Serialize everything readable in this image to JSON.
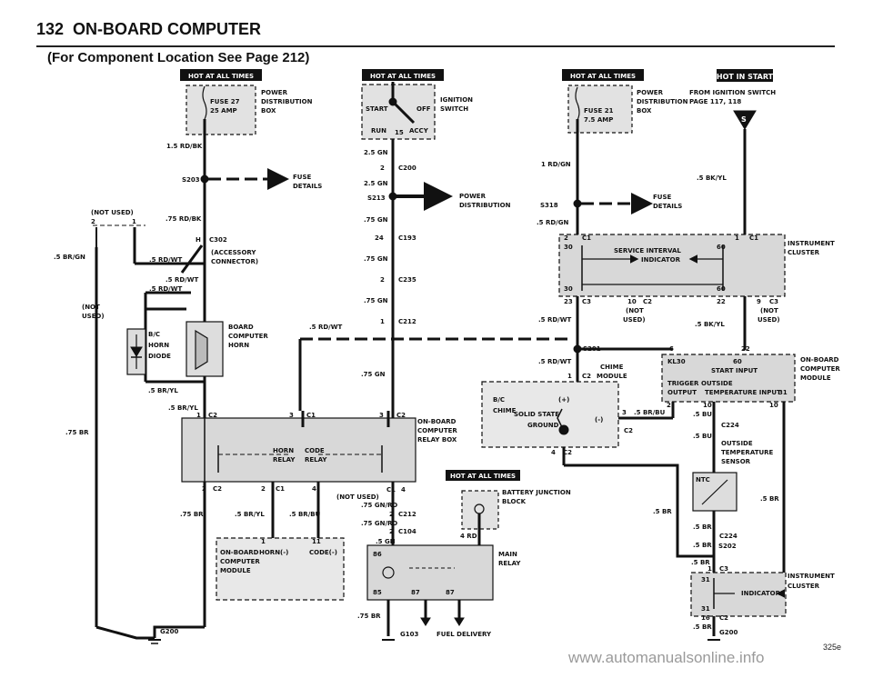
{
  "header": {
    "page_number": "132",
    "section": "ON-BOARD COMPUTER"
  },
  "subtitle": "(For Component Location See Page 212)",
  "hot_labels": {
    "hot1": "HOT AT ALL TIMES",
    "hot2": "HOT AT ALL TIMES",
    "hot3": "HOT AT ALL TIMES",
    "hot4": "HOT IN START",
    "hot5": "HOT AT ALL TIMES"
  },
  "left": {
    "fuse27": "FUSE 27",
    "fuse27_amp": "25 AMP",
    "pdb1": "POWER",
    "pdb2": "DISTRIBUTION",
    "pdb3": "BOX",
    "w_15rdbk": "1.5 RD/BK",
    "s203": "S203",
    "fuse_details1": "FUSE",
    "fuse_details2": "DETAILS",
    "not_used1": "(NOT USED)",
    "p2": "2",
    "p1": "1",
    "w_75rdbk": ".75 RD/BK",
    "w_5brgn": ".5 BR/GN",
    "c302_h": "H",
    "c302": "C302",
    "acc1": "(ACCESSORY",
    "acc2": "CONNECTOR)",
    "w_5rdwt_a": ".5 RD/WT",
    "w_5rdwt_b": ".5 RD/WT",
    "w_5rdwt_c": ".5 RD/WT",
    "not_used2a": "(NOT",
    "not_used2b": "USED)",
    "bc": "B/C",
    "horn": "HORN",
    "diode": "DIODE",
    "bch1": "BOARD",
    "bch2": "COMPUTER",
    "bch3": "HORN",
    "w_5bryl_a": ".5 BR/YL",
    "w_5bryl_b": ".5 BR/YL",
    "w_75br_left": ".75 BR",
    "obcr1": "ON-BOARD",
    "obcr2": "COMPUTER",
    "obcr3": "RELAY BOX",
    "c2_1": "C2",
    "c1_1": "C1",
    "c2_2": "C2",
    "n1a": "1",
    "n3a": "3",
    "n3b": "3",
    "horn_relay1": "HORN",
    "horn_relay2": "RELAY",
    "code_relay1": "CODE",
    "code_relay2": "RELAY",
    "c2_3": "C2",
    "c1_2": "C1",
    "n2a": "2",
    "n2b": "2",
    "n4a": "4",
    "w_75br_b": ".75 BR",
    "w_5bryl_c": ".5 BR/YL",
    "w_5brbu": ".5 BR/BU",
    "n1b": "1",
    "n11": "11",
    "obcm1": "ON-BOARD",
    "obcm2": "COMPUTER",
    "obcm3": "MODULE",
    "horn_minus": "HORN(-)",
    "code_minus": "CODE(-)",
    "g200": "G200"
  },
  "middle": {
    "start": "START",
    "off": "OFF",
    "run": "RUN",
    "n15": "15",
    "accy": "ACCY",
    "ign1": "IGNITION",
    "ign2": "SWITCH",
    "w_25gn_a": "2.5 GN",
    "n2c": "2",
    "c200": "C200",
    "w_25gn_b": "2.5 GN",
    "s213": "S213",
    "pd1": "POWER",
    "pd2": "DISTRIBUTION",
    "w_75gn_a": ".75 GN",
    "n24": "24",
    "c193": "C193",
    "w_75gn_b": ".75 GN",
    "n2d": "2",
    "c235": "C235",
    "w_75gn_c": ".75 GN",
    "n1c": "1",
    "c212": "C212",
    "w_5rdwt_mid": ".5 RD/WT",
    "w_75gn_d": ".75 GN",
    "not_used3": "(NOT USED)",
    "c1_3": "C1",
    "n4b": "4",
    "w_75gnrd_a": ".75 GN/RD",
    "n2e": "2",
    "c212b": "C212",
    "w_75gnrd_b": ".75 GN/RD",
    "n2f": "2",
    "c104": "C104",
    "w_5gn": ".5 GN",
    "bjb1": "BATTERY JUNCTION",
    "bjb2": "BLOCK",
    "w_4rd": "4 RD",
    "mr1": "MAIN",
    "mr2": "RELAY",
    "n86": "86",
    "n85": "85",
    "n87a": "87",
    "n87b": "87",
    "w_75br_mid": ".75 BR",
    "g103": "G103",
    "fuel": "FUEL DELIVERY"
  },
  "right": {
    "fuse21": "FUSE 21",
    "fuse21_amp": "7.5 AMP",
    "pdb1": "POWER",
    "pdb2": "DISTRIBUTION",
    "pdb3": "BOX",
    "from1": "FROM IGNITION SWITCH",
    "from2": "PAGE 117, 118",
    "s": "S",
    "w_1rdgn": "1 RD/GN",
    "w_5bkyl_a": ".5 BK/YL",
    "s318": "S318",
    "fuse_d1": "FUSE",
    "fuse_d2": "DETAILS",
    "w_5rdgn": ".5 RD/GN",
    "n2g": "2",
    "c1_4": "C1",
    "n1d": "1",
    "c1_5": "C1",
    "n30a": "30",
    "n60a": "60",
    "sil1": "SERVICE INTERVAL",
    "sil2": "INDICATOR",
    "ic1": "INSTRUMENT",
    "ic2": "CLUSTER",
    "n30b": "30",
    "n60b": "60",
    "n23": "23",
    "c3_1": "C3",
    "n10a": "10",
    "c2_4": "C2",
    "n22a": "22",
    "n9": "9",
    "c3_2": "C3",
    "not_u4a": "(NOT",
    "not_u4b": "USED)",
    "not_u5a": "(NOT",
    "not_u5b": "USED)",
    "w_5rdwt_r1": ".5 RD/WT",
    "w_5bkyl_b": ".5 BK/YL",
    "s201": "S201",
    "n6": "6",
    "n22b": "22",
    "w_5rdwt_r2": ".5 RD/WT",
    "chime1": "CHIME",
    "chime2": "MODULE",
    "n1e": "1",
    "c2_5": "C2",
    "kl30": "KL30",
    "n60c": "60",
    "start_input": "START INPUT",
    "obc1": "ON-BOARD",
    "obc2": "COMPUTER",
    "obc3": "MODULE",
    "trigger": "TRIGGER",
    "outside": "OUTSIDE",
    "output": "OUTPUT",
    "temp_input": "TEMPERATURE INPUT",
    "n31a": "31",
    "n2h": "2",
    "n10b": "10",
    "n10c": "10",
    "bc2": "B/C",
    "plus": "(+)",
    "chime3": "CHIME",
    "solid_state": "SOLID STATE",
    "ground": "GROUND",
    "minus": "(-)",
    "n3c": "3",
    "w_5brbu": ".5 BR/BU",
    "c2_6": "C2",
    "n4c": "4",
    "c2_7": "C2",
    "w_5bu_a": ".5 BU",
    "c224": "C224",
    "w_5bu_b": ".5 BU",
    "ots1": "OUTSIDE",
    "ots2": "TEMPERATURE",
    "ots3": "SENSOR",
    "ntc": "NTC",
    "w_5br_a": ".5 BR",
    "w_5br_b": ".5 BR",
    "w_5br_c": ".5 BR",
    "c224b": "C224",
    "w_5br_d": ".5 BR",
    "s202": "S202",
    "w_5br_e": ".5 BR",
    "n1f": "1",
    "c3_3": "C3",
    "n31b": "31",
    "ic3": "INSTRUMENT",
    "ic4": "CLUSTER",
    "indicators": "INDICATORS",
    "n31c": "31",
    "n16": "16",
    "c2_8": "C2",
    "w_5br_f": ".5 BR",
    "g200": "G200"
  },
  "figure_code": "325e",
  "watermark": "www.automanualsonline.info"
}
